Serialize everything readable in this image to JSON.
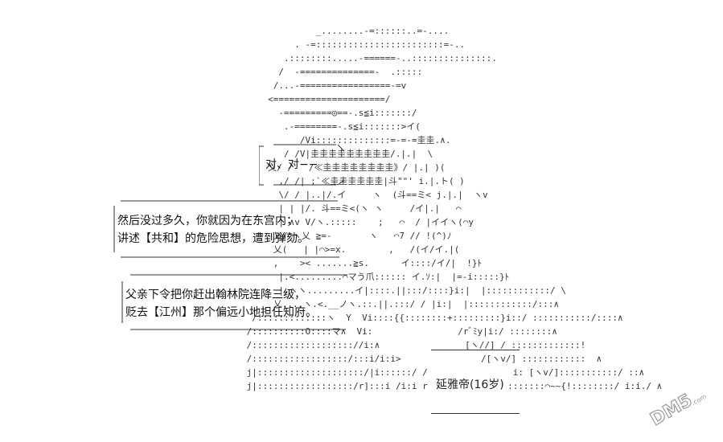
{
  "speech": {
    "bubble1": [
      "对、对−−"
    ],
    "bubble2": [
      "然后没过多久，你就因为在东宫内；",
      "讲述【共和】的危险思想，遭到弹劾。"
    ],
    "bubble3": [
      "父亲下令把你赶出翰林院连降三级，",
      "贬去【江州】那个偏远小地担任知府。"
    ]
  },
  "label_box": "延雅帝(16岁)",
  "watermark": {
    "text": "DM5.com"
  },
  "art_lines": [
    "              _........-=::::::..=-....",
    "          . -=::::::::::::::::::::::::=-..",
    "        .::::::::.....-======-..:::::::::::::::.",
    "       /  -==============-  .:::::",
    "      /...-=================-=v",
    "     <=====================/",
    "       -=========◎==-.s≦i:::::::/",
    "        .-========-.s≦i:::::::>イ(",
    "           /Vi::::::::::::::=-=-=圭圭.∧.",
    "        / /V|圭圭圭圭圭圭圭圭圭/.|.|  \\",
    "     乂/ /   /≪圭圭圭圭圭圭圭圭》/ |.| )(",
    "       ,/ /| ;`≪圭圭圭圭圭圭|斗\"\"' i.|.ト( )",
    "       \\/ / |..|/.イ     ヽ  (斗==ミ< j.|.|  ヽv",
    "       | | |/. 斗==ミ<(ヽ ヽ     /イ|.|   ⌒",
    "       | ∧v V/ヽ.:::::    ;   ⌒  / |イイヽ(⌒y",
    "      乂/⌒ヽ乂 ≧=-       ヽ   ⌒7 // !(^)ﾉ",
    "      乂(   | |⌒>=x.        ,   /(イ/イ.|(",
    "      ,    >< .......≧s.      イ::::/イ/|  !}ﾄ",
    "       |.<.........⌒マう爪:::::: イ.ｿ:|  |=-i:::::}ﾄ",
    "       |.ヽヽ.........イ|::::.||:::/::::}i:|  |::::::::::::/ \\",
    "      乂....ヽ.<.__ノヽ.::.||.:::/ / |i:|  |::::::::::::/:::∧",
    "  /:::::::::::::ヽ  Y  Vi::::{{::::::::+:::::::::}i::/ :::::::::::/::::∧",
    " /::::::::::O::::マ∧  Vi:                /rﾞﾐy|i:/ ::::::::∧",
    " /::::::::::::::::::://i:∧                [ヽ//] / :::::::::::::!",
    " /::::::::::::::::::/:::i/i:i>               /[ヽv/] ::::::::::::  ∧",
    " j|::::::::::::::::::::/|i::::::/ /                i: [ヽv/]:::::::::::/ ::∧",
    " j|::::::::::::::::::/r]:::i /i:i r               :::::::⌒~~{!::::::::/ i:i./ ∧"
  ]
}
